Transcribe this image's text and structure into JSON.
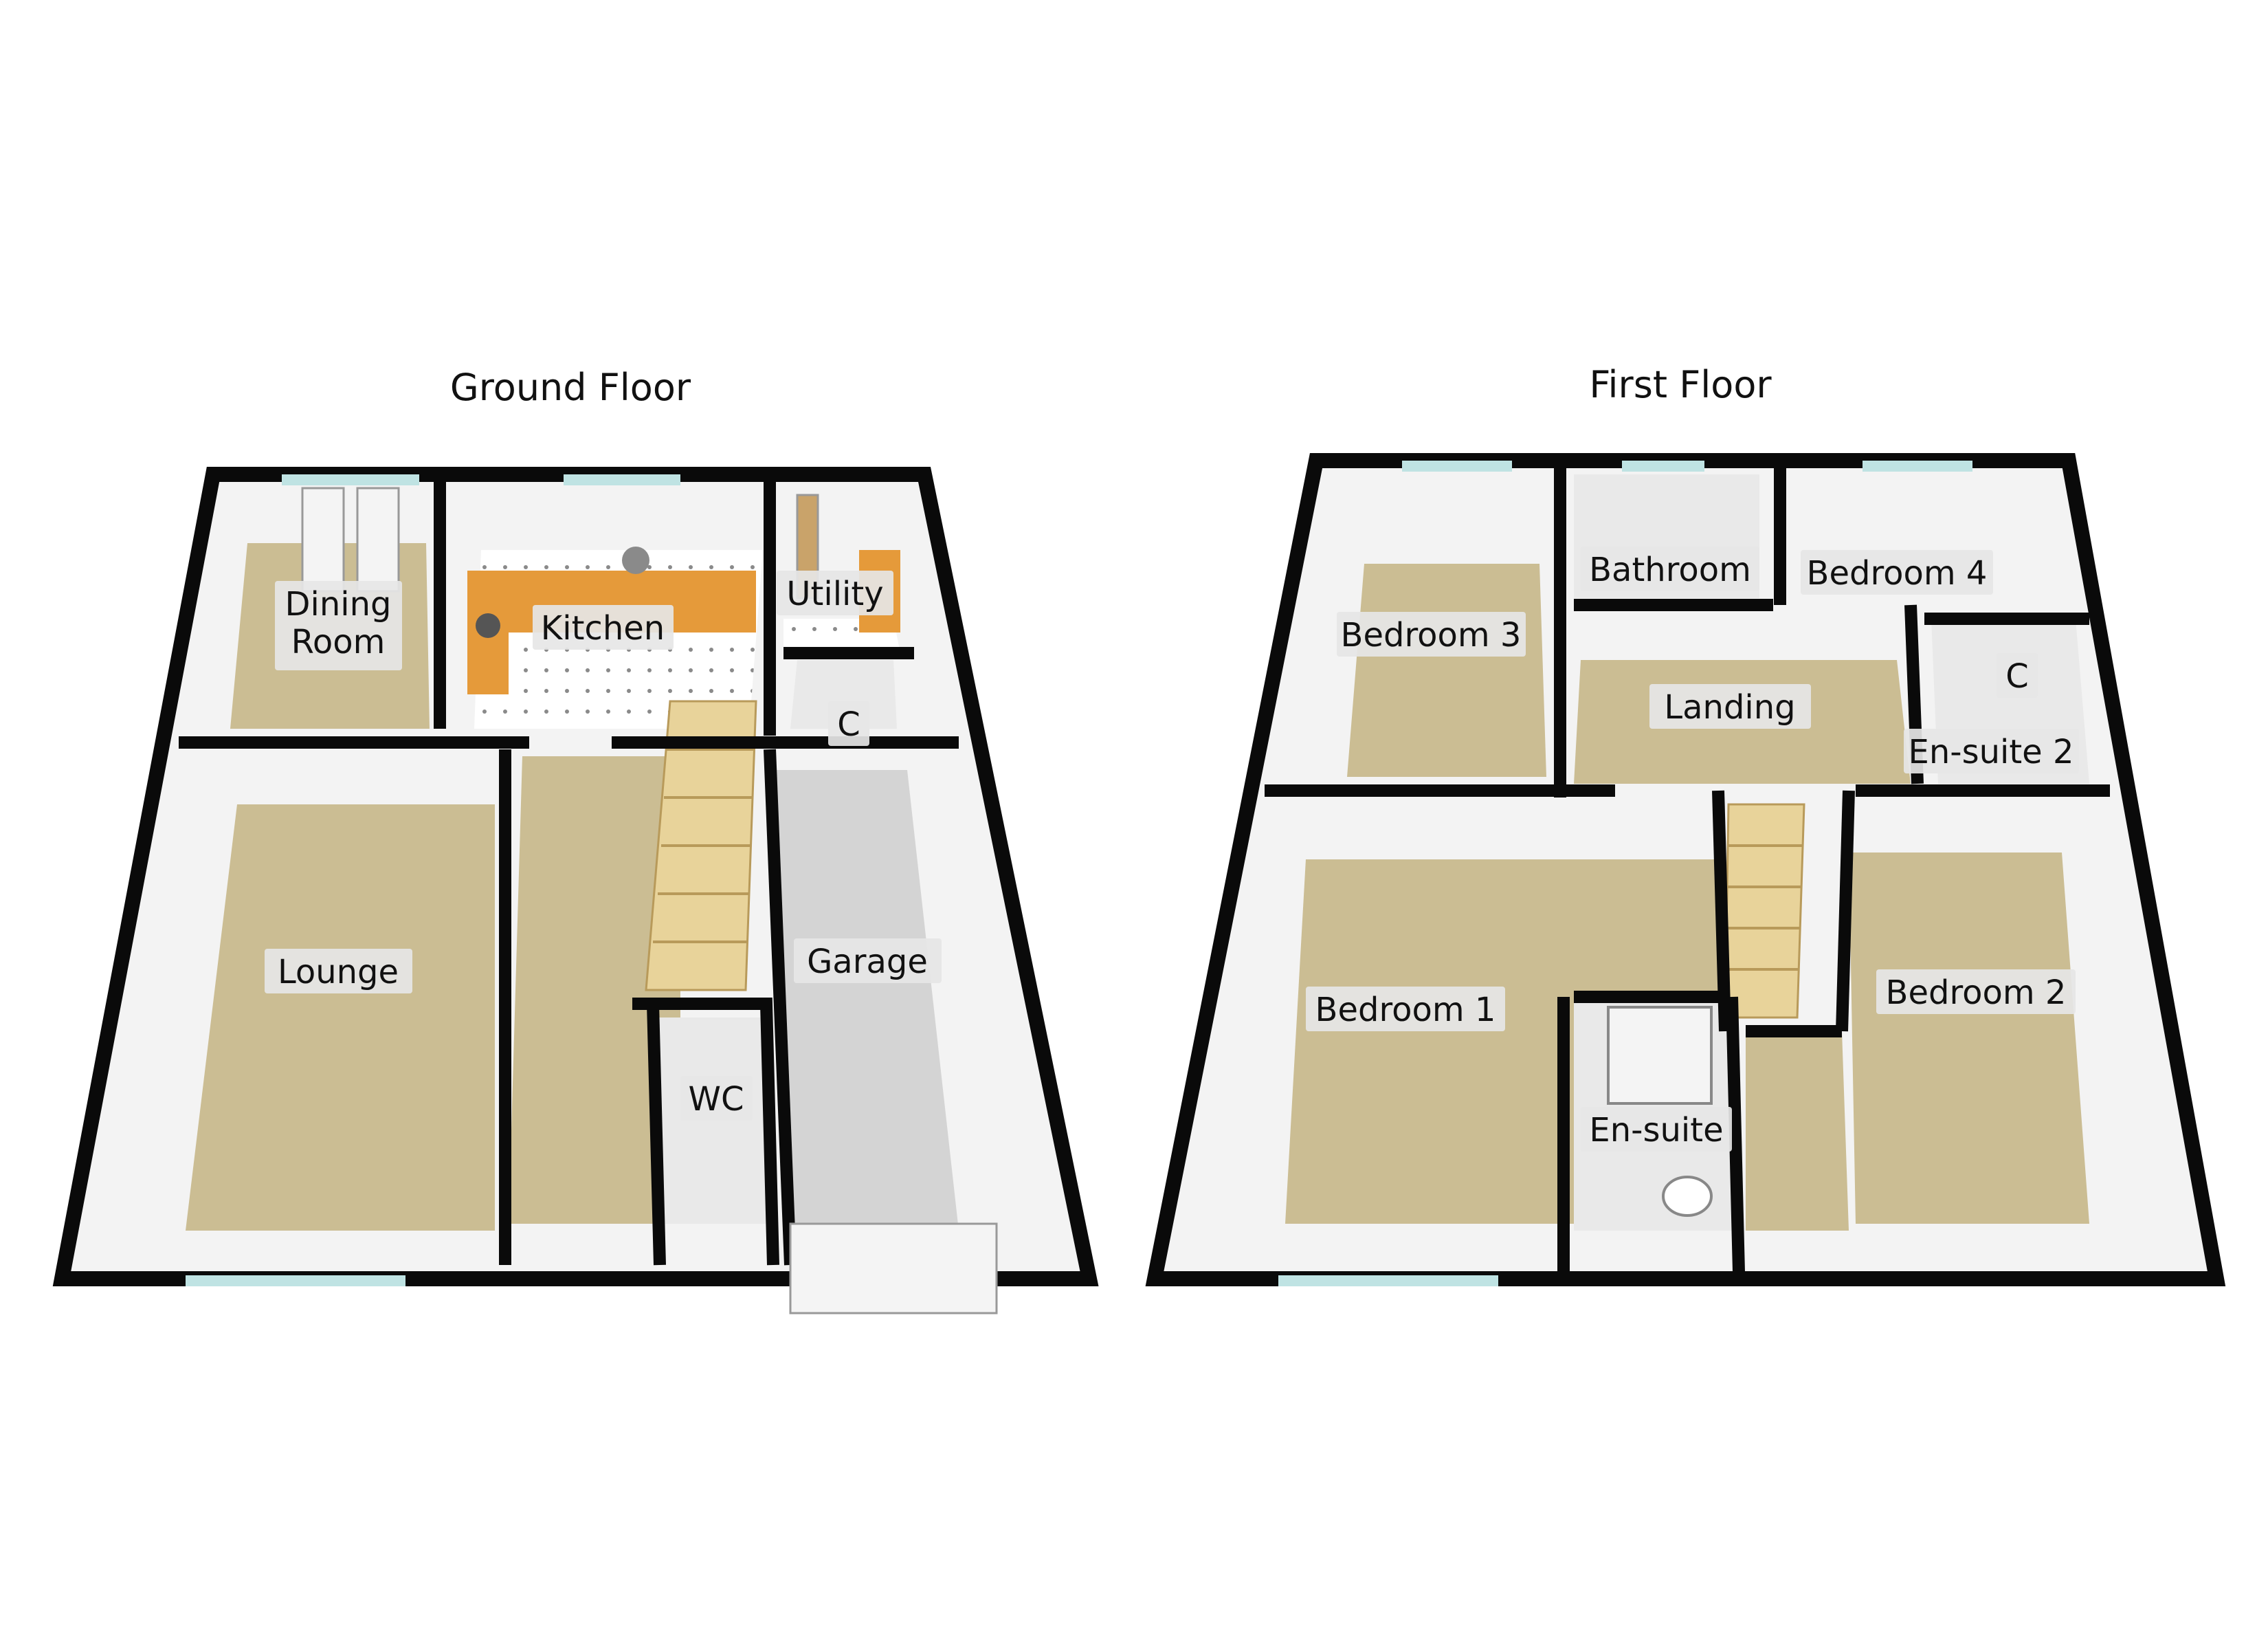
{
  "floors": [
    {
      "title": "Ground Floor",
      "rooms": [
        {
          "id": "dining",
          "lines": [
            "Dining",
            "Room"
          ]
        },
        {
          "id": "kitchen",
          "lines": [
            "Kitchen"
          ]
        },
        {
          "id": "utility",
          "lines": [
            "Utility"
          ]
        },
        {
          "id": "cupboard",
          "lines": [
            "C"
          ]
        },
        {
          "id": "lounge",
          "lines": [
            "Lounge"
          ]
        },
        {
          "id": "garage",
          "lines": [
            "Garage"
          ]
        },
        {
          "id": "wc",
          "lines": [
            "WC"
          ]
        }
      ]
    },
    {
      "title": "First Floor",
      "rooms": [
        {
          "id": "bedroom3",
          "lines": [
            "Bedroom 3"
          ]
        },
        {
          "id": "bathroom",
          "lines": [
            "Bathroom"
          ]
        },
        {
          "id": "bedroom4",
          "lines": [
            "Bedroom 4"
          ]
        },
        {
          "id": "cupboard",
          "lines": [
            "C"
          ]
        },
        {
          "id": "landing",
          "lines": [
            "Landing"
          ]
        },
        {
          "id": "ensuite2",
          "lines": [
            "En-suite 2"
          ]
        },
        {
          "id": "bedroom1",
          "lines": [
            "Bedroom 1"
          ]
        },
        {
          "id": "bedroom2",
          "lines": [
            "Bedroom 2"
          ]
        },
        {
          "id": "ensuite",
          "lines": [
            "En-suite"
          ]
        }
      ]
    }
  ],
  "colors": {
    "wall": "#0a0a0a",
    "wall_face": "#f2f2f2",
    "carpet": "#cbbd93",
    "kitchen_floor": "#ffffff",
    "garage_floor": "#d4d4d4",
    "bathroom_floor": "#e9e9e9",
    "worktop": "#e59a3a",
    "stairs": "#e8d39a",
    "window_glass": "#bfe3e3"
  }
}
